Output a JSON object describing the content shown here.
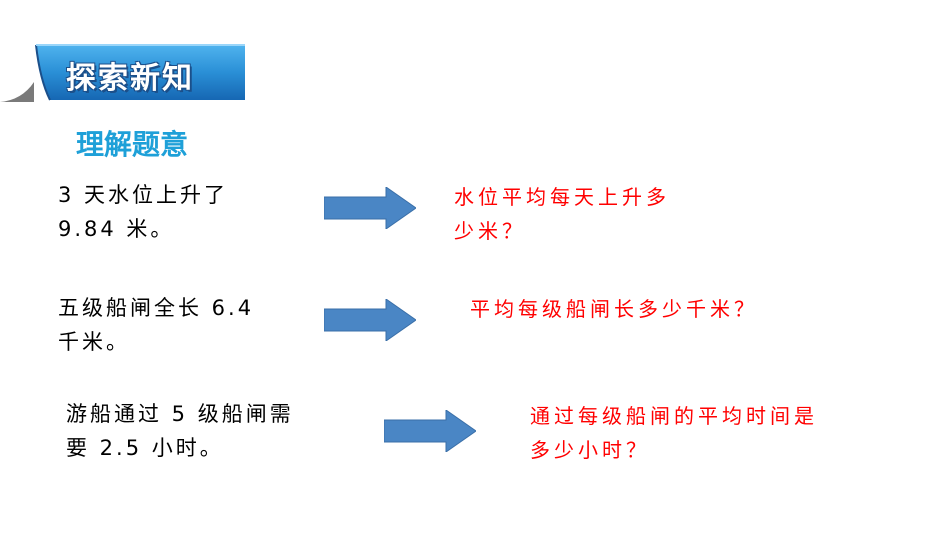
{
  "banner": {
    "title": "探索新知",
    "color": "#2a8fd6"
  },
  "heading": "理解题意",
  "rows": [
    {
      "statement": [
        "3 天水位上升了",
        "9.84 米。"
      ],
      "question": [
        "水位平均每天上升多",
        "少米？"
      ]
    },
    {
      "statement": [
        "五级船闸全长 6.4",
        "千米。"
      ],
      "question": [
        "平均每级船闸长多少千米？"
      ]
    },
    {
      "statement": [
        "游船通过 5 级船闸需",
        "要 2.5 小时。"
      ],
      "question": [
        "通过每级船闸的平均时间是",
        "多少小时？"
      ]
    }
  ],
  "colors": {
    "arrow": "#4a86c5",
    "question": "#ff0000",
    "heading": "#1ea0d8"
  }
}
